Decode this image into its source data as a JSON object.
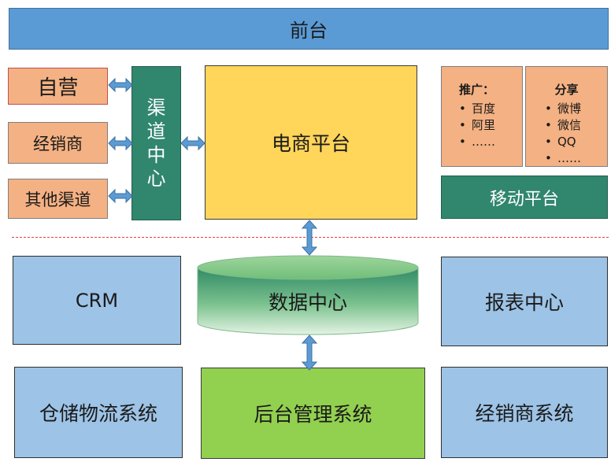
{
  "top_bar": {
    "label": "前台"
  },
  "left_channels": [
    {
      "label": "自营"
    },
    {
      "label": "经销商"
    },
    {
      "label": "其他渠道"
    }
  ],
  "channel_center": {
    "label": "渠道中心"
  },
  "ecommerce_platform": {
    "label": "电商平台"
  },
  "promotion": {
    "title": "推广：",
    "items": [
      "百度",
      "阿里",
      "……"
    ]
  },
  "sharing": {
    "title": "分享",
    "items": [
      "微博",
      "微信",
      "QQ",
      "……"
    ]
  },
  "mobile_platform": {
    "label": "移动平台"
  },
  "data_center": {
    "label": "数据中心"
  },
  "crm": {
    "label": "CRM"
  },
  "report_center": {
    "label": "报表中心"
  },
  "warehouse_system": {
    "label": "仓储物流系统"
  },
  "backend_system": {
    "label": "后台管理系统"
  },
  "dealer_system": {
    "label": "经销商系统"
  },
  "colors": {
    "top_bar": "#5b9bd5",
    "light_blue": "#9dc3e6",
    "peach": "#f4b183",
    "teal": "#31866e",
    "yellow": "#ffd55a",
    "green": "#92d050",
    "arrow": "#5b9bd5",
    "divider": "#e0403f"
  }
}
